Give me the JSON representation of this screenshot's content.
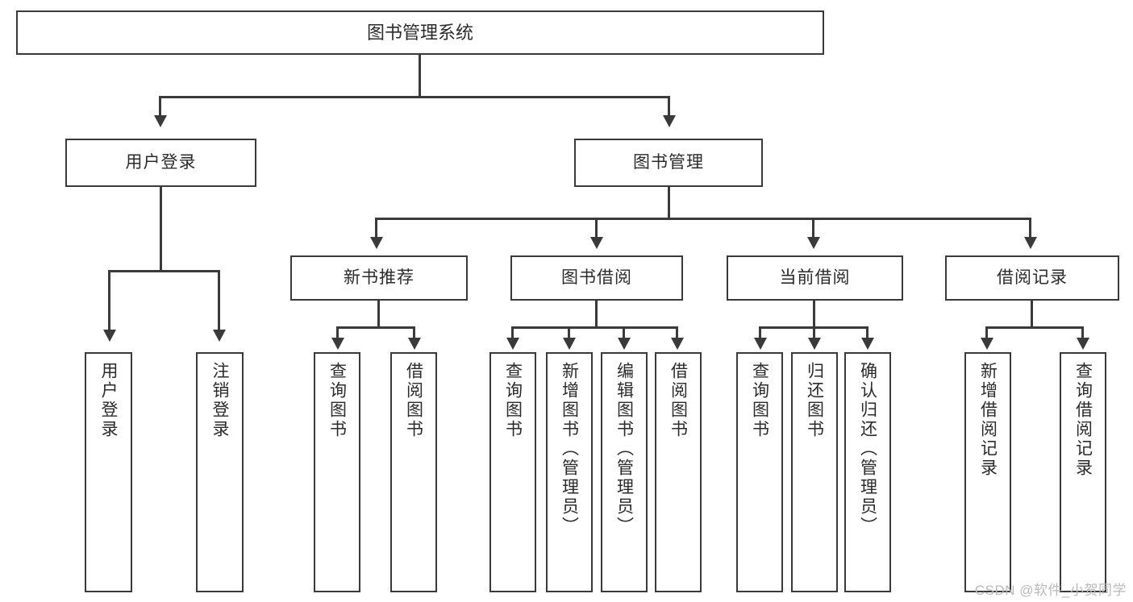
{
  "diagram": {
    "type": "tree-hierarchy",
    "title": "图书管理系统",
    "root": {
      "label": "图书管理系统"
    },
    "level2": [
      {
        "label": "用户登录"
      },
      {
        "label": "图书管理"
      }
    ],
    "level3": [
      {
        "label": "新书推荐"
      },
      {
        "label": "图书借阅"
      },
      {
        "label": "当前借阅"
      },
      {
        "label": "借阅记录"
      }
    ],
    "leaves": {
      "user_login": [
        {
          "label": "用户登录"
        },
        {
          "label": "注销登录"
        }
      ],
      "new_book_recommend": [
        {
          "label": "查询图书"
        },
        {
          "label": "借阅图书"
        }
      ],
      "book_borrow": [
        {
          "label": "查询图书"
        },
        {
          "label": "新增图书（管理员）"
        },
        {
          "label": "编辑图书（管理员）"
        },
        {
          "label": "借阅图书"
        }
      ],
      "current_borrow": [
        {
          "label": "查询图书"
        },
        {
          "label": "归还图书"
        },
        {
          "label": "确认归还（管理员）"
        }
      ],
      "borrow_record": [
        {
          "label": "新增借阅记录"
        },
        {
          "label": "查询借阅记录"
        }
      ]
    },
    "colors": {
      "stroke": "#3a3a3a",
      "fill": "#ffffff",
      "text": "#2b2b2b",
      "watermark": "#b9b9b9"
    }
  },
  "watermark": {
    "text": "CSDN @软件_小贺同学"
  }
}
